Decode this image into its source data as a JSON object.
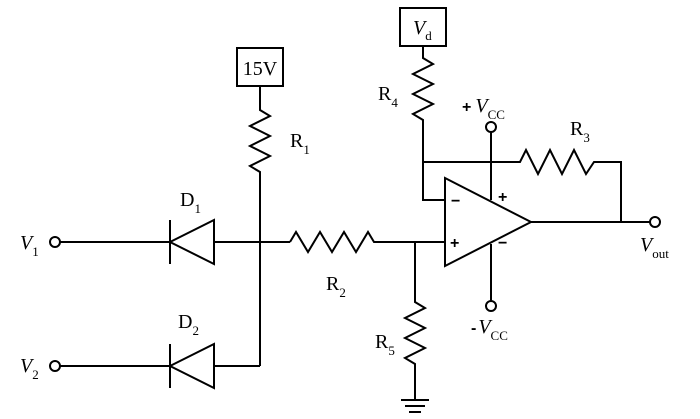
{
  "sources": {
    "v15": "15V",
    "vd_main": "V",
    "vd_sub": "d"
  },
  "inputs": [
    {
      "main": "V",
      "sub": "1"
    },
    {
      "main": "V",
      "sub": "2"
    }
  ],
  "diodes": [
    {
      "main": "D",
      "sub": "1"
    },
    {
      "main": "D",
      "sub": "2"
    }
  ],
  "resistors": [
    {
      "main": "R",
      "sub": "1"
    },
    {
      "main": "R",
      "sub": "2"
    },
    {
      "main": "R",
      "sub": "3"
    },
    {
      "main": "R",
      "sub": "4"
    },
    {
      "main": "R",
      "sub": "5"
    }
  ],
  "supply": {
    "pos_sign": "+",
    "pos_main": "V",
    "pos_sub": "CC",
    "neg_sign": "-",
    "neg_main": "V",
    "neg_sub": "CC"
  },
  "output": {
    "main": "V",
    "sub": "out"
  },
  "opamp": {
    "inv": "−",
    "noninv": "+",
    "vpos": "+",
    "vneg": "−"
  }
}
